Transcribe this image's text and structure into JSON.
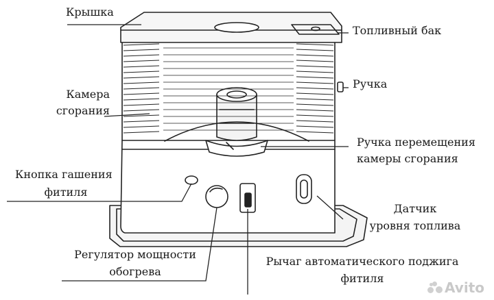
{
  "labels": {
    "lid": "Крышка",
    "fuel_tank": "Топливный бак",
    "handle": "Ручка",
    "chamber_line1": "Камера",
    "chamber_line2": "сгорания",
    "move_handle_line1": "Ручка перемещения",
    "move_handle_line2": "камеры сгорания",
    "wick_button_line1": "Кнопка гашения",
    "wick_button_line2": "фитиля",
    "fuel_sensor_line1": "Датчик",
    "fuel_sensor_line2": "уровня топлива",
    "regulator_line1": "Регулятор  мощности",
    "regulator_line2": "обогрева",
    "ignition_line1": "Рычаг автоматического поджига",
    "ignition_line2": "фитиля"
  },
  "watermark": {
    "text": "Avito",
    "dot_colors": [
      "#d0d0d0",
      "#d0d0d0",
      "#d0d0d0",
      "#d0d0d0"
    ]
  },
  "colors": {
    "line": "#222222",
    "fill": "#f4f4f4",
    "text": "#1a1a1a"
  }
}
